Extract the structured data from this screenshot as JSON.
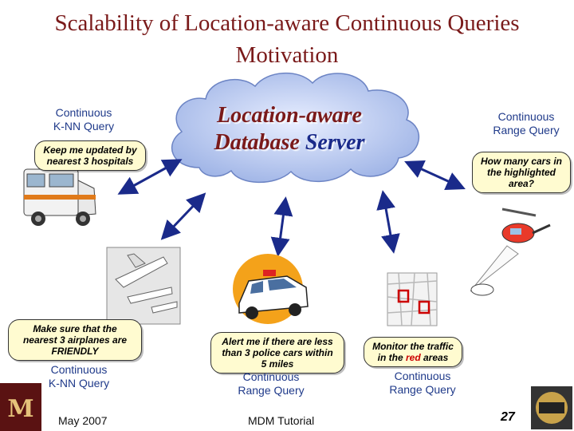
{
  "title": {
    "line1": "Scalability of Location-aware Continuous Queries",
    "line2": "Motivation"
  },
  "server": {
    "part1": "Location-aware",
    "part2a": "Database ",
    "part2b": "Server"
  },
  "queries": {
    "knn_top": {
      "label_line1": "Continuous",
      "label_line2": "K-NN Query",
      "bubble_line1": "Keep me updated by",
      "bubble_line2": "nearest 3 hospitals"
    },
    "range_top": {
      "label_line1": "Continuous",
      "label_line2": "Range Query",
      "bubble_line1": "How many cars in",
      "bubble_line2": "the highlighted",
      "bubble_line3": "area?"
    },
    "knn_bottom": {
      "bubble_line1": "Make sure that the",
      "bubble_line2": "nearest 3 airplanes are",
      "bubble_line3": "FRIENDLY",
      "label_line1": "Continuous",
      "label_line2": "K-NN Query"
    },
    "range_police": {
      "bubble_line1": "Alert me if there are less",
      "bubble_line2": "than 3 police cars within",
      "bubble_line3": "5 miles",
      "label_line1": "Continuous",
      "label_line2": "Range Query"
    },
    "range_traffic": {
      "bubble_line1": "Monitor the traffic",
      "bubble_line2a": "in the ",
      "bubble_line2b": "red",
      "bubble_line2c": " areas",
      "label_line1": "Continuous",
      "label_line2": "Range Query"
    }
  },
  "footer": {
    "date": "May 2007",
    "center": "MDM Tutorial",
    "page": "27"
  },
  "colors": {
    "title": "#7a1a1a",
    "label": "#1f3a8a",
    "bubble_fill": "#fffbd0",
    "arrow": "#1a2a8a",
    "cloud": "#b8c8ee",
    "highlight": "#cc0000"
  },
  "icons": [
    "ambulance-icon",
    "airplanes-icon",
    "police-car-icon",
    "map-icon",
    "helicopter-icon",
    "university-logo-left",
    "university-logo-right"
  ]
}
